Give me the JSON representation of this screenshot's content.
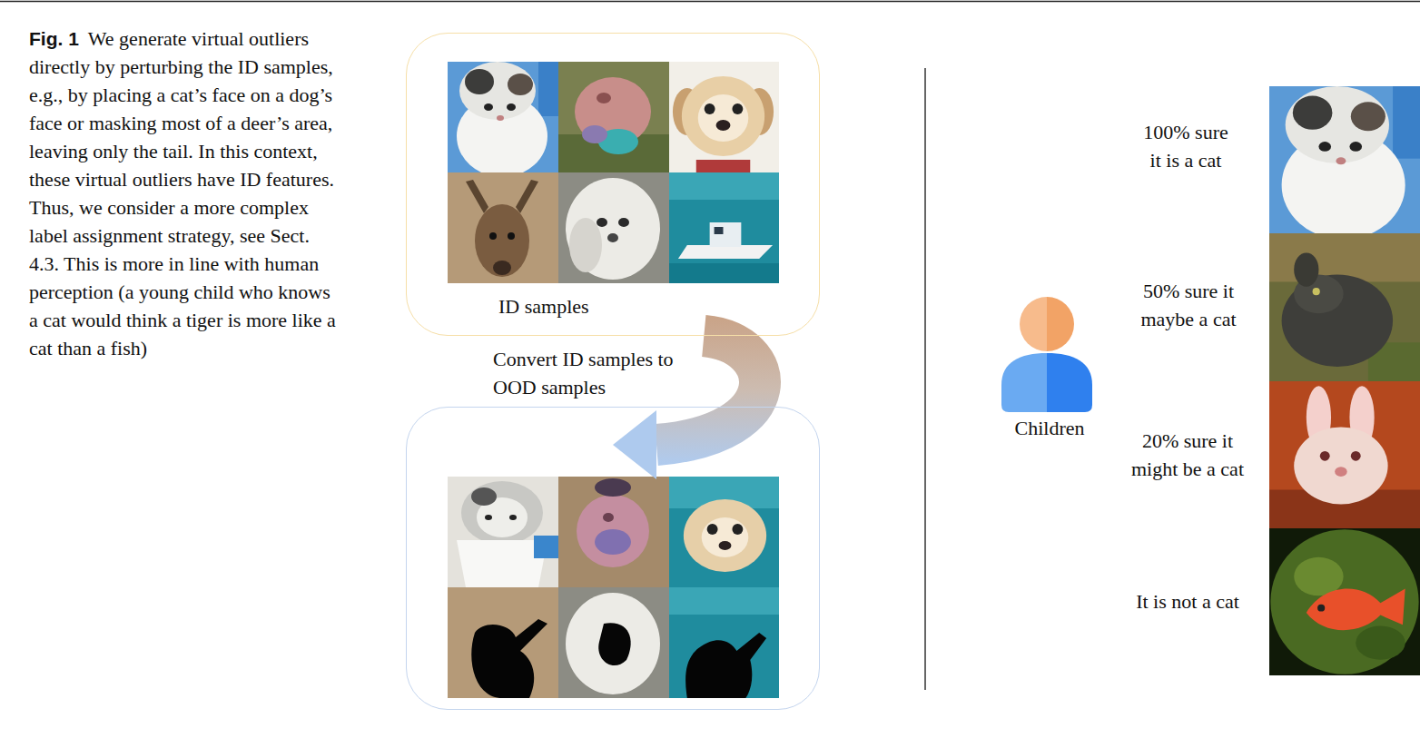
{
  "diagram": {
    "caption": "We generate virtual outliers directly by perturbing the ID samples, e.g., by placing a cat’s face on a dog’s face or masking most of a deer’s area, leaving only the tail. In this context, these virtual outliers have ID features. Thus, we consider a more complex label assignment strategy, see Sect. 4.3. This is more in line with human perception (a young child who knows a cat would think a tiger is more like a cat than a fish)",
    "nodes": [
      {
        "text": [
          "ID samples"
        ]
      },
      {
        "text": []
      },
      {
        "text": [
          "Children"
        ]
      }
    ],
    "edges": [
      {
        "from": 0,
        "to": 1,
        "arrow": "to",
        "label": "Convert ID samples to OOD samples"
      }
    ],
    "labels": [
      "Fig. 1",
      "100% sure it is a cat",
      "50% sure it maybe a cat",
      "20% sure it might be a cat",
      "It is not a cat"
    ]
  }
}
